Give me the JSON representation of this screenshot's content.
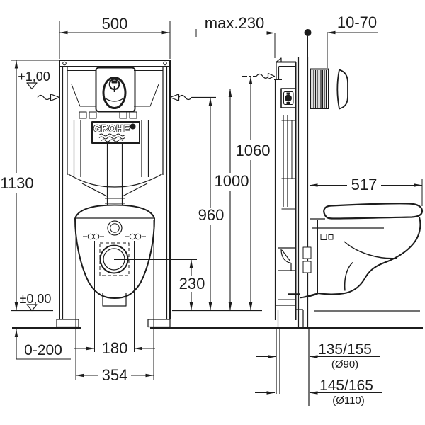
{
  "front_view": {
    "logo": "GROHE",
    "dim_width": "500",
    "dim_height": "1130",
    "level_actuator": "+1,00",
    "level_floor": "±0,00",
    "dim_foot_adjust": "0-200",
    "dim_bolt_spacing": "180",
    "dim_pan_width": "354",
    "dim_outlet_height": "230"
  },
  "center_dims": {
    "h960": "960",
    "h1000": "1000",
    "h1060": "1060"
  },
  "side_view": {
    "dim_max_bracket": "max.230",
    "dim_wall_finish": "10-70",
    "dim_pan_depth": "517",
    "dim_outlet_offset_90": "135/155",
    "dim_outlet_dia_90": "(Ø90)",
    "dim_outlet_offset_110": "145/165",
    "dim_outlet_dia_110": "(Ø110)"
  }
}
